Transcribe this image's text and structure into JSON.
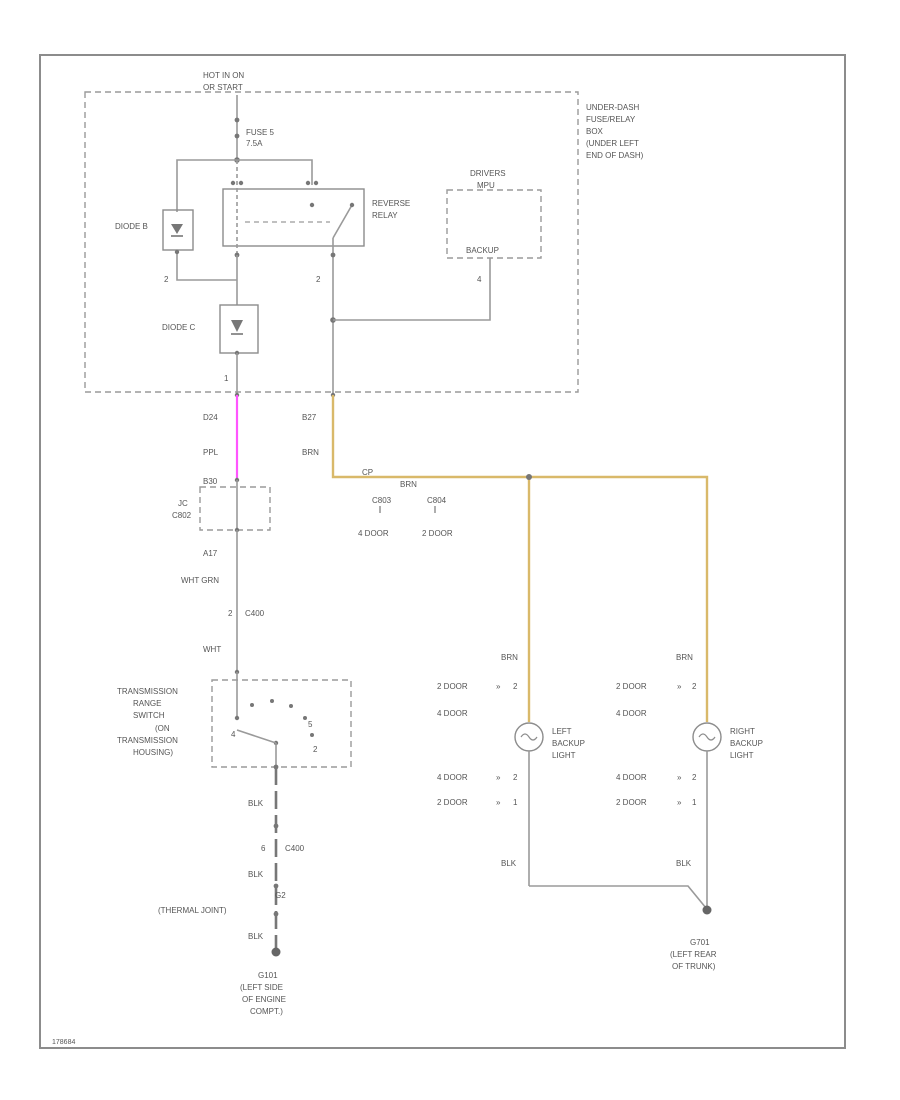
{
  "colors": {
    "frame": "#8c8c8c",
    "wire": "#9a9a9a",
    "ppl_wire": "#ff55ff",
    "brn_wire": "#d9b96a",
    "text": "#555555"
  },
  "header": {
    "line1": "HOT IN ON",
    "line2": "OR START"
  },
  "fuse_box": {
    "l1": "UNDER-DASH",
    "l2": "FUSE/RELAY",
    "l3": "BOX",
    "l4": "(UNDER LEFT",
    "l5": "END OF DASH)"
  },
  "fuse": {
    "name": "FUSE 5",
    "rating": "7.5A"
  },
  "reverse_relay": {
    "l1": "REVERSE",
    "l2": "RELAY"
  },
  "mpu": {
    "l1": "DRIVERS",
    "l2": "MPU",
    "l3": "BACKUP",
    "pin": "4"
  },
  "diode_b": {
    "label": "DIODE B",
    "pin": "2"
  },
  "diode_c": {
    "label": "DIODE C",
    "pin": "1"
  },
  "relay_pin": "2",
  "left_conn": {
    "id": "D24",
    "wire": "PPL"
  },
  "right_conn": {
    "id": "B27",
    "wire": "BRN"
  },
  "c2": {
    "id": "B30",
    "name": "JC",
    "conn": "C802"
  },
  "brn_run": {
    "cp": "CP",
    "wire": "BRN"
  },
  "door_conn": {
    "a": "C803",
    "a_label": "4 DOOR",
    "b": "C804",
    "b_label": "2 DOOR"
  },
  "left_chain": {
    "w1": "A17",
    "w2": "WHT GRN",
    "c_pin": "2",
    "c_conn": "C400",
    "w3": "WHT"
  },
  "trans_switch": {
    "l1": "TRANSMISSION",
    "l2": "RANGE",
    "l3": "SWITCH",
    "l4": "(ON",
    "l5": "TRANSMISSION",
    "l6": "HOUSING)",
    "pin_a": "5",
    "pin_b": "2",
    "pin_c": "4"
  },
  "ground_chain": {
    "w1": "BLK",
    "c_pin": "6",
    "c_conn": "C400",
    "w2": "BLK",
    "g": "G2",
    "g_desc": "(THERMAL JOINT)",
    "w3": "BLK"
  },
  "ground_left": {
    "id": "G101",
    "l1": "(LEFT SIDE",
    "l2": "OF ENGINE",
    "l3": "COMPT.)"
  },
  "lamp_left": {
    "l1": "LEFT",
    "l2": "BACKUP",
    "l3": "LIGHT"
  },
  "lamp_right": {
    "l1": "RIGHT",
    "l2": "BACKUP",
    "l3": "LIGHT"
  },
  "lamp_rows": {
    "brn": "BRN",
    "blk": "BLK",
    "r1_label": "2 DOOR",
    "r1_pin": "2",
    "r2_label": "4 DOOR",
    "r3_label": "4 DOOR",
    "r3_pin": "2",
    "r4_label": "2 DOOR",
    "r4_pin": "1"
  },
  "ground_right": {
    "id": "G701",
    "l1": "(LEFT REAR",
    "l2": "OF TRUNK)"
  },
  "ref": "178684"
}
